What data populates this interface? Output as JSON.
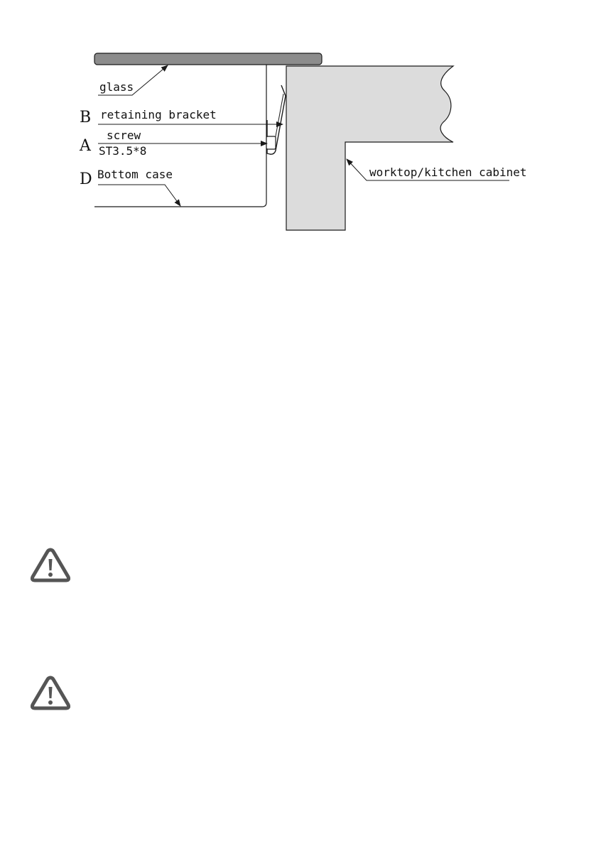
{
  "labels": {
    "glass": "glass",
    "retaining_bracket": "retaining bracket",
    "screw": "screw",
    "screw_spec": "ST3.5*8",
    "bottom_case": "Bottom case",
    "worktop": "worktop/kitchen cabinet"
  },
  "markers": {
    "b": "B",
    "a": "A",
    "d": "D"
  },
  "icons": [
    "warning-triangle-icon",
    "warning-triangle-icon"
  ],
  "colors": {
    "glass_fill": "#8c8c8c",
    "worktop_fill": "#dcdcdc",
    "line": "#1a1a1a"
  }
}
